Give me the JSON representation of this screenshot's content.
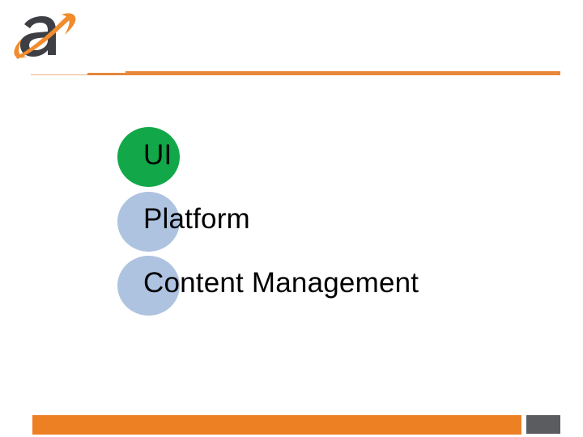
{
  "slide": {
    "background_color": "#ffffff",
    "logo": {
      "name": "company-logo-a",
      "letter": "a",
      "letter_color": "#3e3f44",
      "swoosh_color": "#f08c2e"
    },
    "header_rule": {
      "thin_color": "#e8b37e",
      "mid_color": "#e8873a",
      "thick_color": "#e8873a"
    },
    "bullets": [
      {
        "label": "UI",
        "dot_color": "#12a84a"
      },
      {
        "label": "Platform",
        "dot_color": "#aec3e0"
      },
      {
        "label": "Content Management",
        "dot_color": "#aec3e0"
      }
    ],
    "footer": {
      "bar_color": "#ed8023",
      "block_color": "#5a5c60"
    }
  }
}
